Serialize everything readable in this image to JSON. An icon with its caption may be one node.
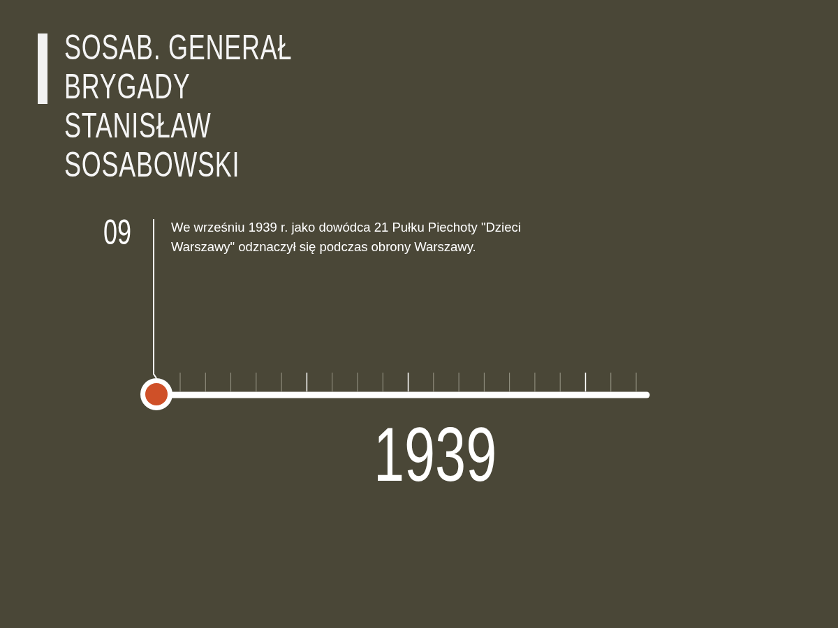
{
  "diagram": {
    "title": "SOSAB. GENERAŁ BRYGADY STANISŁAW SOSABOWSKI",
    "nodes": [
      {
        "text": [
          "We wrześniu 1939 r. jako dowódca 21 Pułku Piechoty \"Dzieci Warszawy\" odznaczył się podczas obrony Warszawy."
        ]
      },
      {
        "text": [],
        "shape": "circle"
      }
    ],
    "edges": [
      {
        "from": 0,
        "to": 1,
        "arrow": "none"
      }
    ],
    "labels": [
      "09",
      "1939"
    ]
  }
}
